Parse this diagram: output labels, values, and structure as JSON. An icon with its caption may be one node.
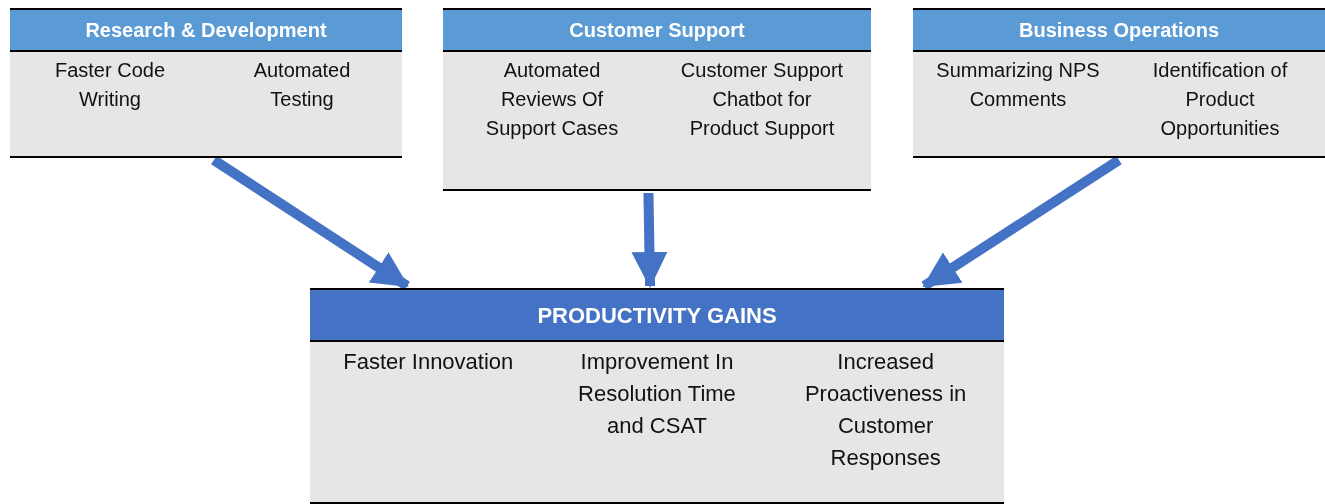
{
  "diagram": {
    "nodes": [
      {
        "text": [
          "Research & Development",
          "Faster Code Writing",
          "Automated Testing"
        ]
      },
      {
        "text": [
          "Customer Support",
          "Automated Reviews Of Support Cases",
          "Customer Support Chatbot for Product Support"
        ]
      },
      {
        "text": [
          "Business Operations",
          "Summarizing NPS Comments",
          "Identification of Product Opportunities"
        ]
      },
      {
        "text": [
          "PRODUCTIVITY GAINS",
          "Faster Innovation",
          "Improvement In Resolution Time and CSAT",
          "Increased Proactiveness in Customer Responses"
        ]
      }
    ],
    "edges": [
      {
        "from": 0,
        "to": 3,
        "arrow": "to"
      },
      {
        "from": 1,
        "to": 3,
        "arrow": "to"
      },
      {
        "from": 2,
        "to": 3,
        "arrow": "to"
      }
    ]
  }
}
